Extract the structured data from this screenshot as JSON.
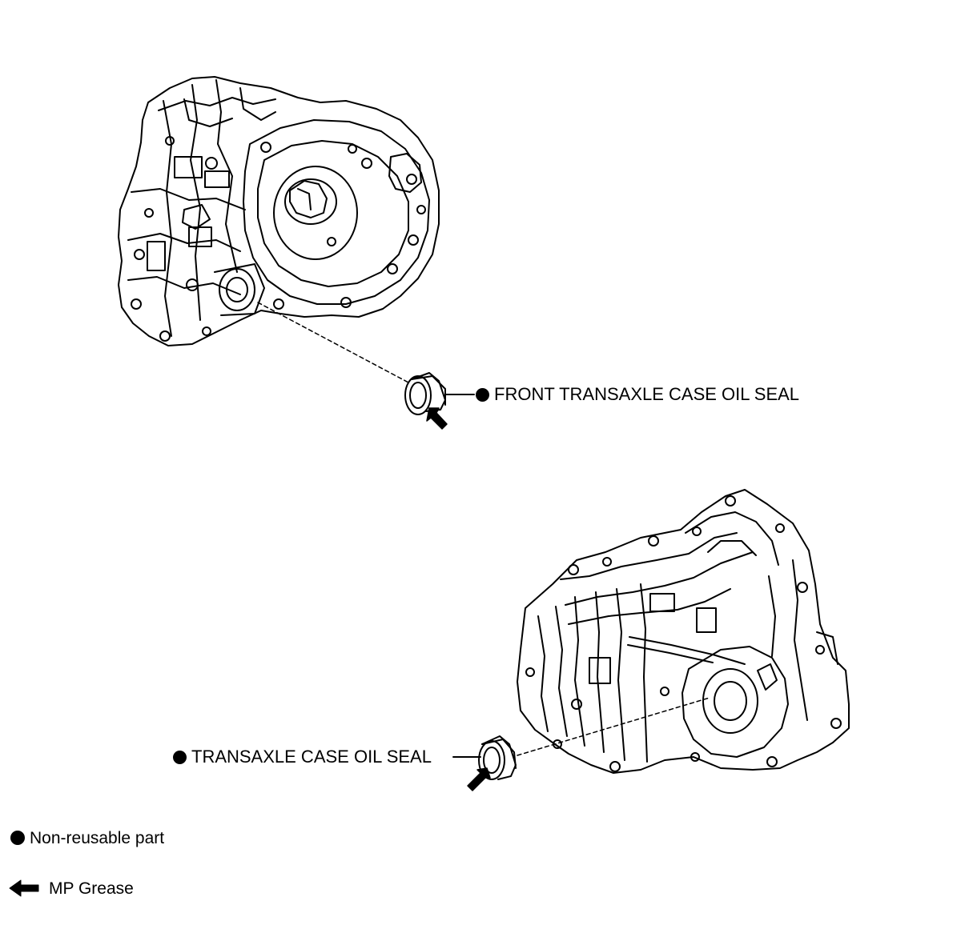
{
  "callouts": {
    "front_seal": "FRONT TRANSAXLE CASE OIL SEAL",
    "rear_seal": "TRANSAXLE CASE OIL SEAL"
  },
  "legend": {
    "non_reusable": "Non-reusable part",
    "mp_grease": "MP Grease"
  },
  "icons": {
    "non_reusable": "filled-circle-icon",
    "mp_grease": "arrow-left-icon"
  },
  "colors": {
    "ink": "#000000",
    "background": "#ffffff"
  }
}
